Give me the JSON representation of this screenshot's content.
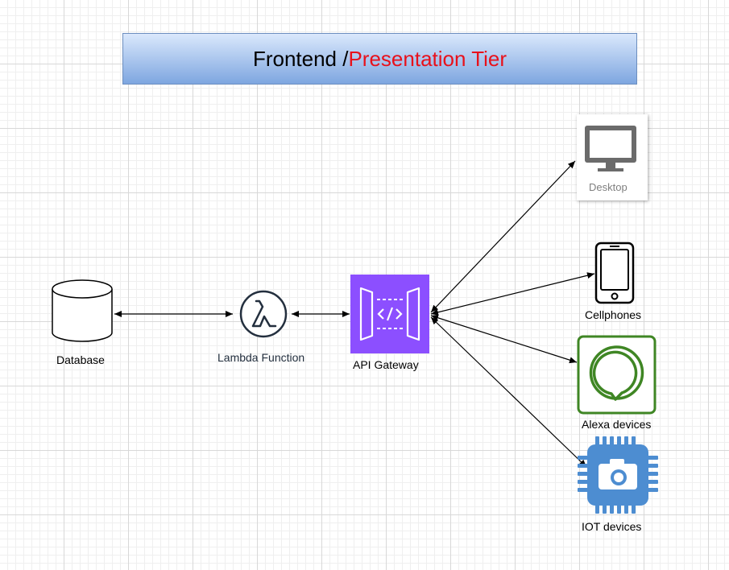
{
  "title": {
    "part1": "Frontend / ",
    "part2": "Presentation Tier",
    "accent_color": "#e8111b"
  },
  "nodes": {
    "database": {
      "label": "Database",
      "icon": "database-icon"
    },
    "lambda": {
      "label": "Lambda Function",
      "icon": "lambda-icon"
    },
    "api_gateway": {
      "label": "API Gateway",
      "icon": "api-gateway-icon",
      "color": "#8c4fff"
    },
    "desktop": {
      "label": "Desktop",
      "icon": "desktop-icon"
    },
    "cellphones": {
      "label": "Cellphones",
      "icon": "cellphone-icon"
    },
    "alexa": {
      "label": "Alexa devices",
      "icon": "alexa-icon",
      "color": "#3f8624"
    },
    "iot": {
      "label": "IOT devices",
      "icon": "iot-camera-icon",
      "color": "#4d8dd1"
    }
  }
}
